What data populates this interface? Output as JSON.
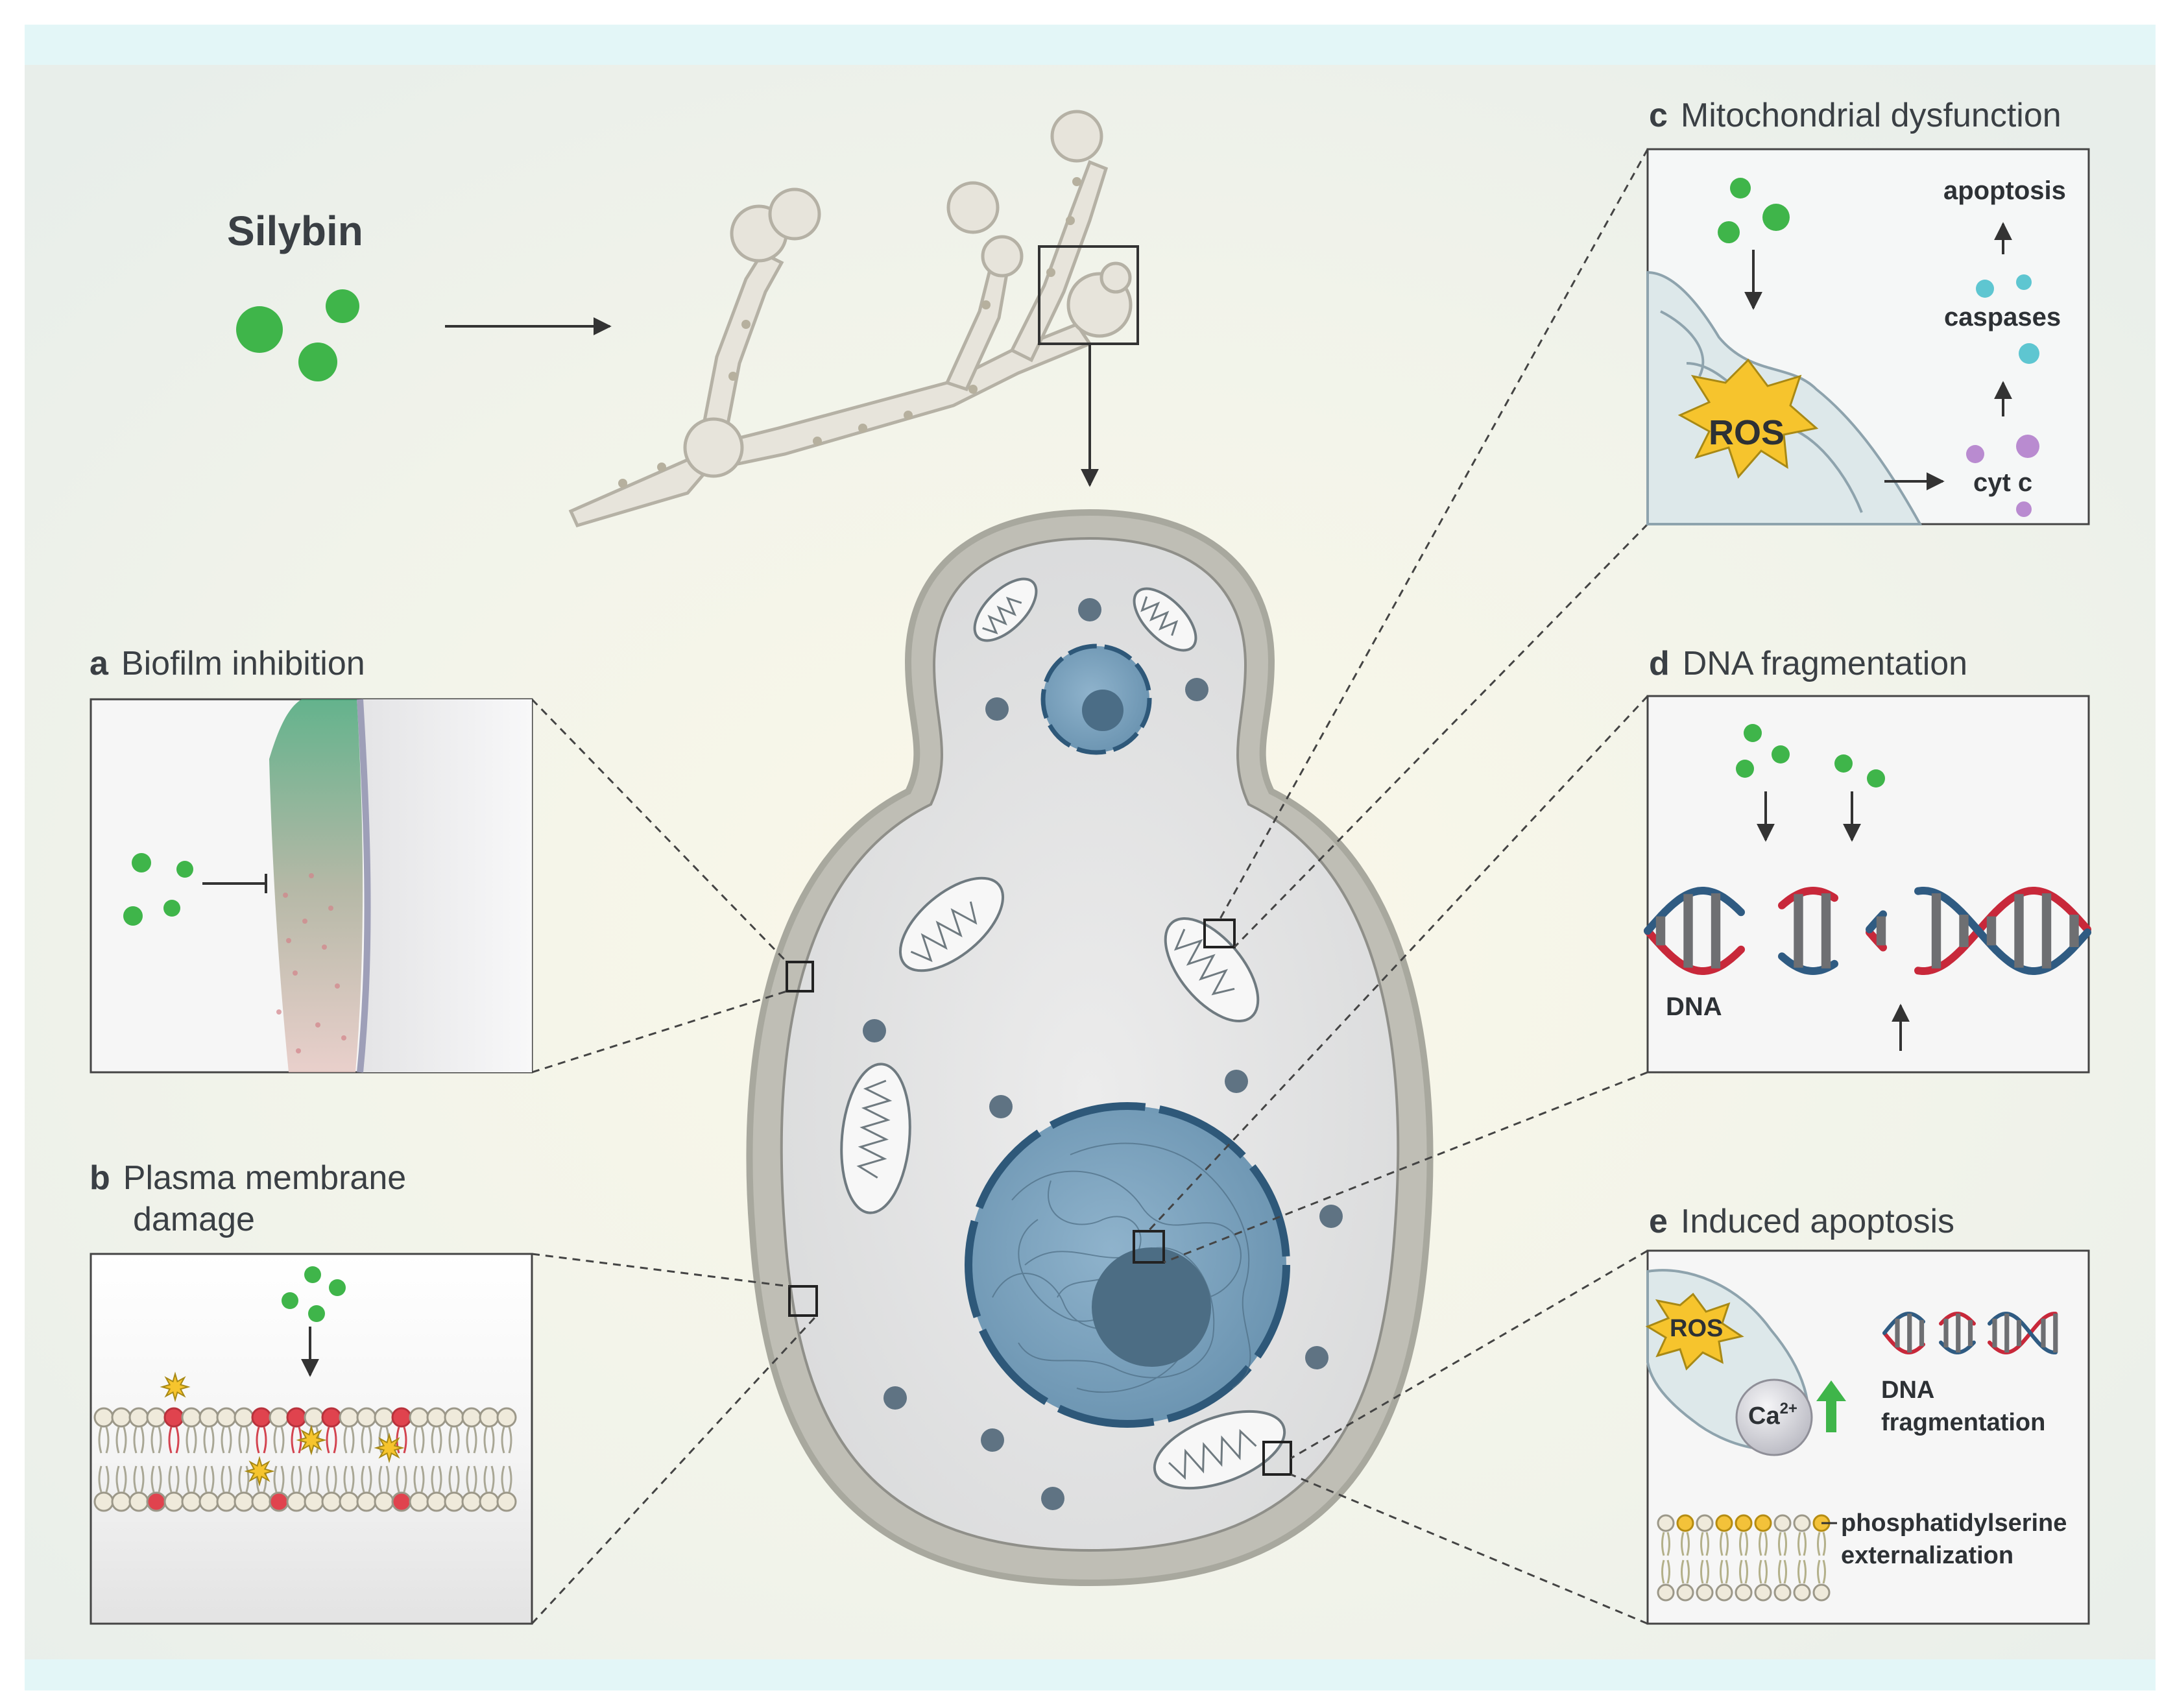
{
  "compound": {
    "name": "Silybin"
  },
  "colors": {
    "silybin": "#3fb54a",
    "frame_band": "#e7f7f8",
    "background": "#eef1ec",
    "cell_wall": "#a8a89e",
    "nucleus": "#6f97b2",
    "dna_red": "#c8283a",
    "dna_blue": "#2f5b82",
    "ros": "#f6c42d",
    "caspase": "#5ec6d1",
    "cytc": "#b98bd0",
    "membrane_damage": "#e0434e"
  },
  "panels": {
    "a": {
      "letter": "a",
      "title": "Biofilm inhibition"
    },
    "b": {
      "letter": "b",
      "title_line1": "Plasma membrane",
      "title_line2": "damage"
    },
    "c": {
      "letter": "c",
      "title": "Mitochondrial dysfunction",
      "ros": "ROS",
      "apoptosis": "apoptosis",
      "caspases": "caspases",
      "cytc": "cyt c"
    },
    "d": {
      "letter": "d",
      "title": "DNA fragmentation",
      "dna": "DNA"
    },
    "e": {
      "letter": "e",
      "title": "Induced apoptosis",
      "ros": "ROS",
      "ca": "Ca",
      "ca_sup": "2+",
      "dna_line1": "DNA",
      "dna_line2": "fragmentation",
      "ps_line1": "phosphatidylserine",
      "ps_line2": "externalization"
    }
  }
}
